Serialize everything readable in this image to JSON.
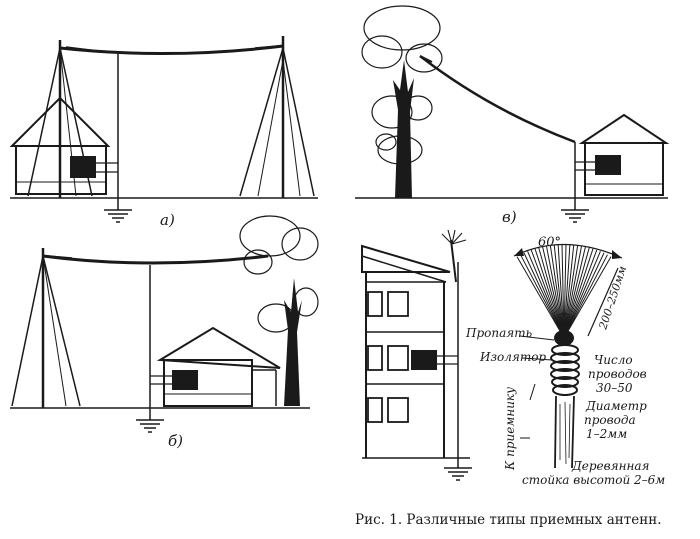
{
  "caption": "Рис. 1. Различные типы приемных антенн.",
  "panels": {
    "a": {
      "label": "а)"
    },
    "b": {
      "label": "б)"
    },
    "v": {
      "label": "в)"
    }
  },
  "detail": {
    "angle": "60°",
    "length": "200–250мм",
    "solder": "Пропаять",
    "insulator": "Изолятор",
    "wires_count_1": "Число",
    "wires_count_2": "проводов",
    "wires_count_3": "30–50",
    "diameter_1": "Диаметр",
    "diameter_2": "провода",
    "diameter_3": "1–2мм",
    "to_receiver": "К приемнику",
    "post_1": "Деревянная",
    "post_2": "стойка высотой 2–6м"
  }
}
